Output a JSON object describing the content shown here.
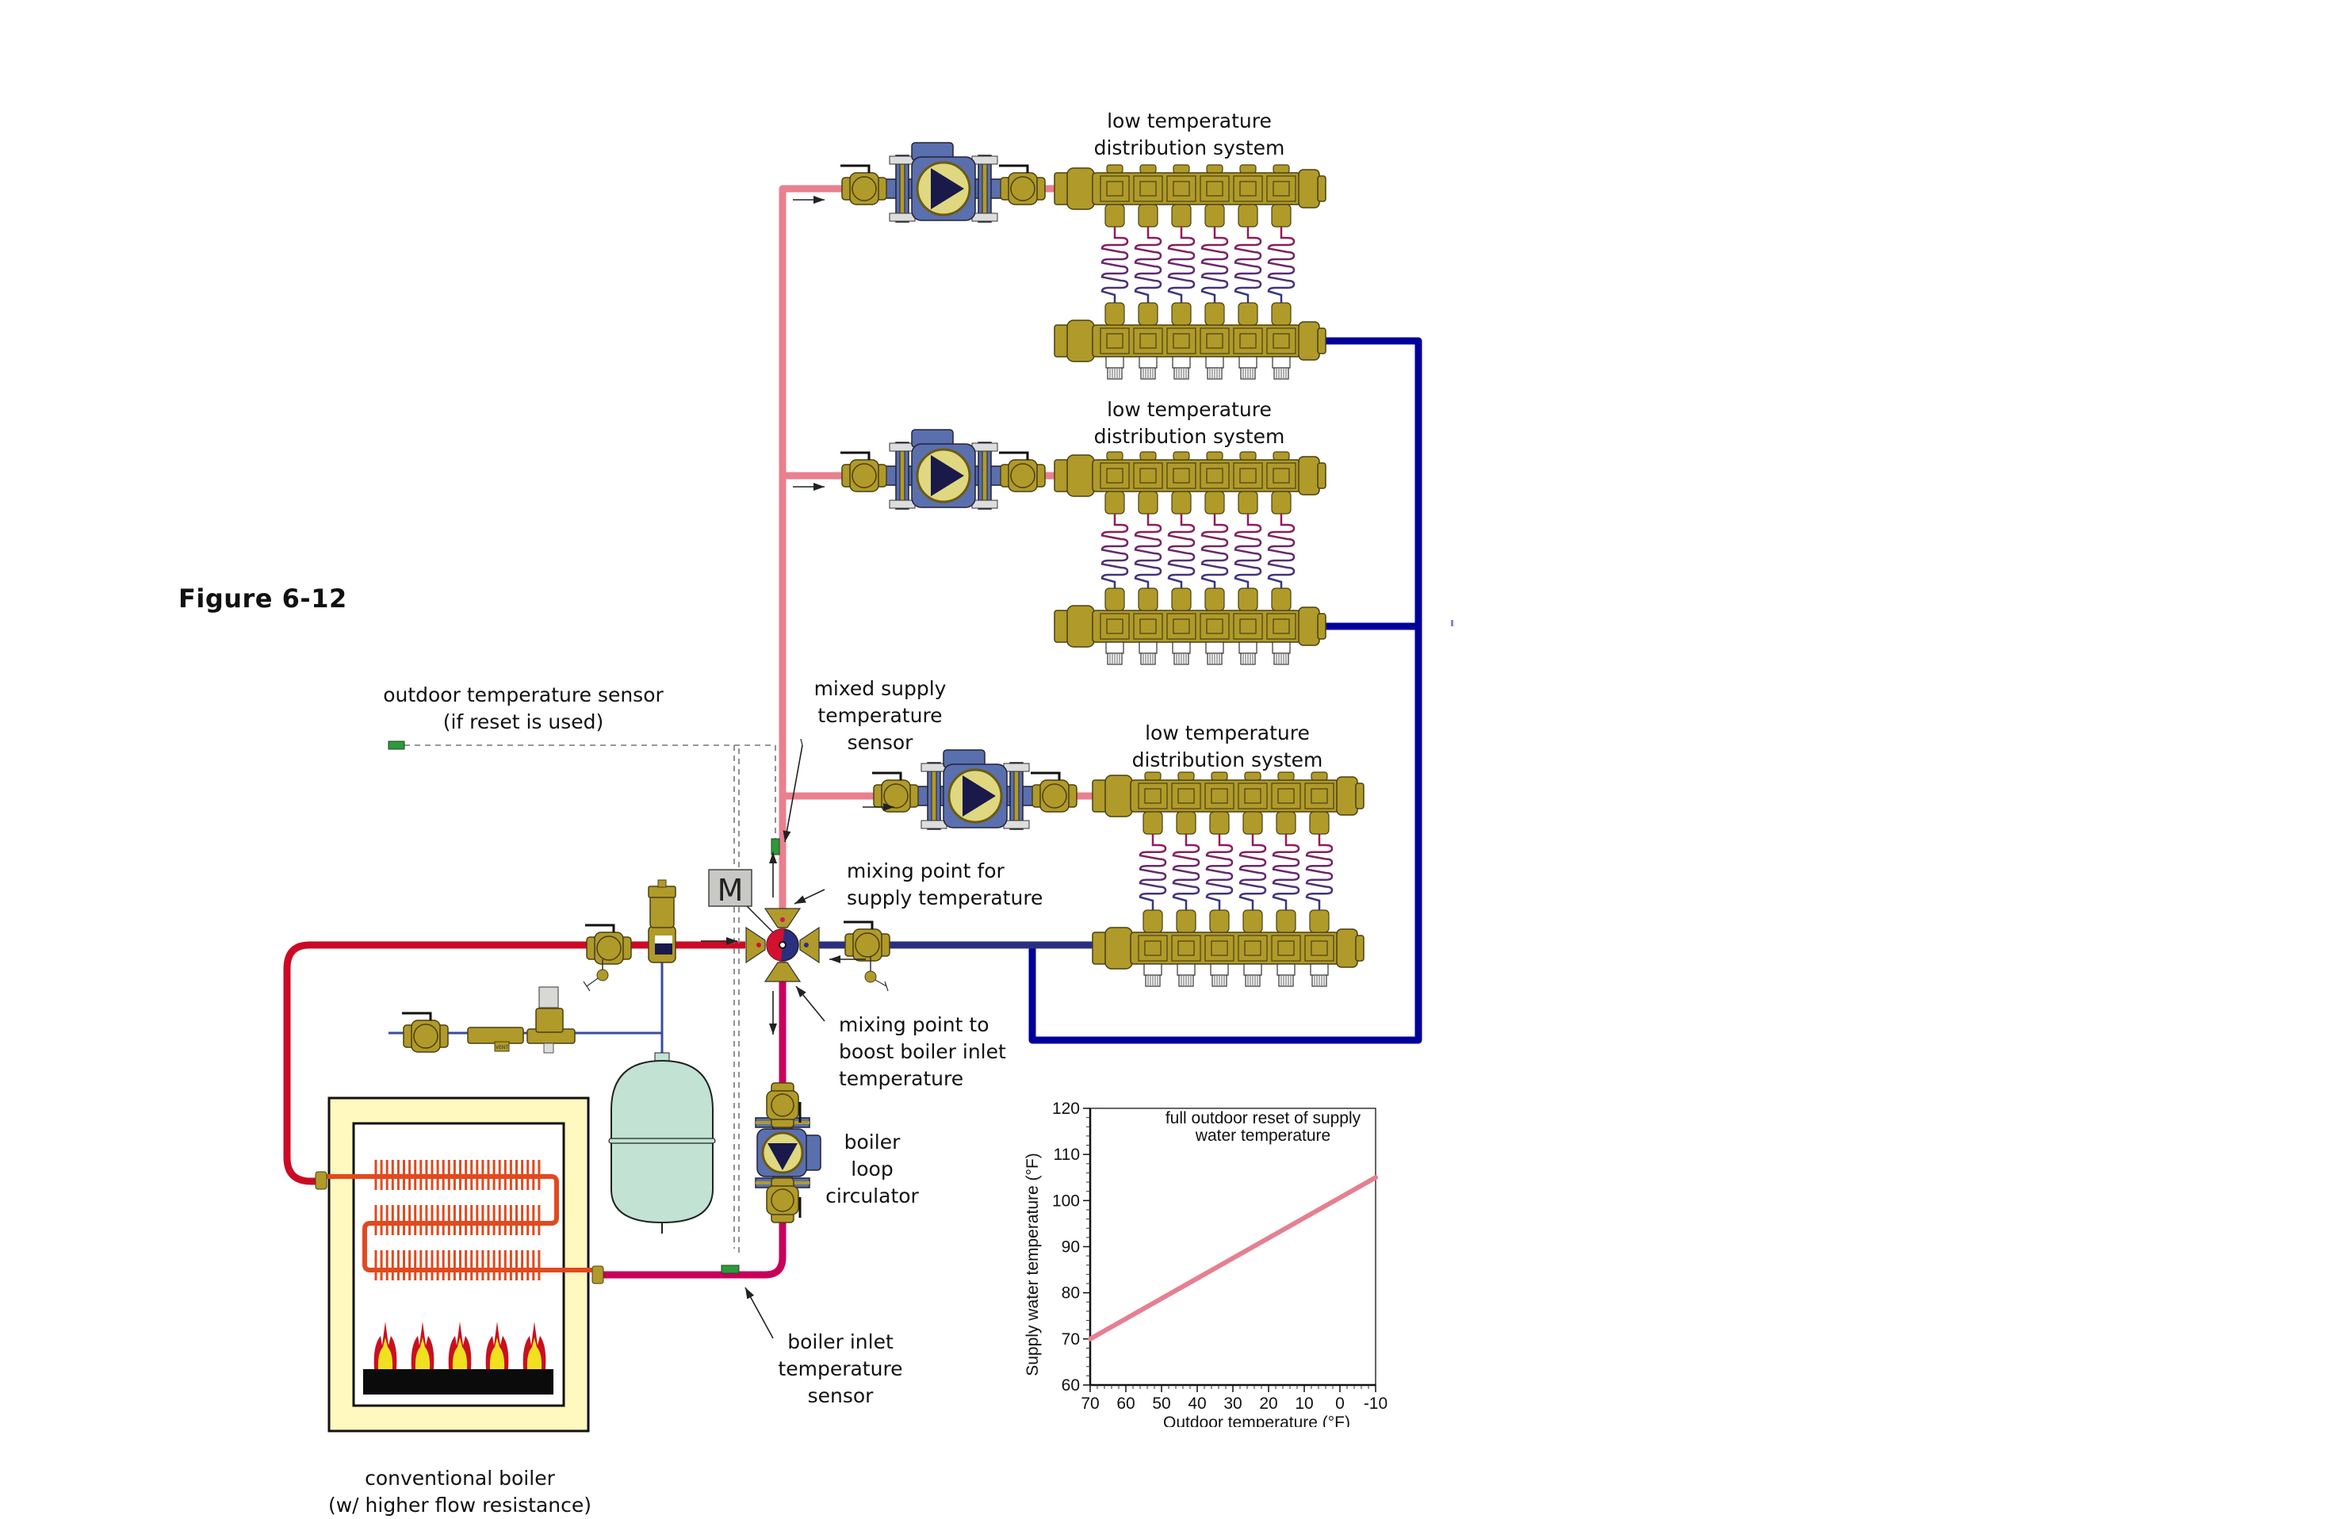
{
  "figure_label": "Figure 6-12",
  "labels": {
    "distribution_1": [
      "low temperature",
      "distribution system"
    ],
    "distribution_2": [
      "low temperature",
      "distribution system"
    ],
    "distribution_3": [
      "low temperature",
      "distribution system"
    ],
    "outdoor_sensor": [
      "outdoor temperature sensor",
      "(if reset is used)"
    ],
    "mixed_supply_sensor": [
      "mixed supply",
      "temperature",
      "sensor"
    ],
    "mixing_point_supply": [
      "mixing point for",
      "supply temperature"
    ],
    "mixing_point_boiler": [
      "mixing point to",
      "boost boiler inlet",
      "temperature"
    ],
    "boiler_circulator": [
      "boiler",
      "loop",
      "circulator"
    ],
    "boiler_inlet_sensor": [
      "boiler inlet",
      "temperature",
      "sensor"
    ],
    "boiler": [
      "conventional boiler",
      "(w/ higher flow resistance)"
    ],
    "motor": "M",
    "vent_tag": "VENT"
  },
  "colors": {
    "hot_supply": "#cc0a25",
    "mixed_supply": "#e8808f",
    "boiler_return": "#c8005c",
    "cool_return": "#2a2f80",
    "return_main": "#00009a",
    "brass": "#b09a2a",
    "pump_blue": "#5a6fae",
    "tank": "#c2e2d4",
    "boiler_jacket": "#fff9c0",
    "hx_orange": "#e04a1e",
    "sensor_green": "#2c9a3a",
    "reset_line": "#e58090"
  },
  "manifold_circuits": 6,
  "chart_data": {
    "type": "line",
    "title": "full outdoor reset of supply water temperature",
    "title_lines": [
      "full outdoor reset of supply",
      "water temperature"
    ],
    "xlabel": "Outdoor temperature (°F)",
    "ylabel": "Supply water temperature (°F)",
    "xlim": [
      70,
      -10
    ],
    "ylim": [
      60,
      120
    ],
    "x_ticks": [
      70,
      60,
      50,
      40,
      30,
      20,
      10,
      0,
      -10
    ],
    "y_ticks": [
      60,
      70,
      80,
      90,
      100,
      110,
      120
    ],
    "x_tick_labels": [
      "70",
      "60",
      "50",
      "40",
      "30",
      "20",
      "10",
      "0",
      "-10"
    ],
    "y_tick_labels": [
      "60",
      "70",
      "80",
      "90",
      "100",
      "110",
      "120"
    ],
    "x_reversed": true,
    "grid": false,
    "series": [
      {
        "name": "supply water temperature",
        "x": [
          70,
          -10
        ],
        "y": [
          70,
          105
        ]
      }
    ]
  }
}
